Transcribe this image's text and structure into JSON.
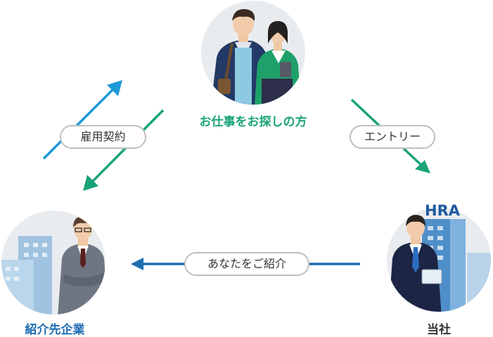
{
  "nodes": {
    "job_seekers": {
      "label": "お仕事をお探しの方"
    },
    "company": {
      "label": "当社",
      "logo_text": "HRA"
    },
    "client_company": {
      "label": "紹介先企業"
    }
  },
  "edges": {
    "entry": {
      "label": "エントリー"
    },
    "introduce": {
      "label": "あなたをご紹介"
    },
    "employment": {
      "label": "雇用契約"
    }
  },
  "colors": {
    "teal": "#1aa37a",
    "blue": "#1e6db3",
    "sky": "#1e9ad8",
    "pill_border": "#bfbfbf",
    "circle_bg": "#e9ecef"
  }
}
